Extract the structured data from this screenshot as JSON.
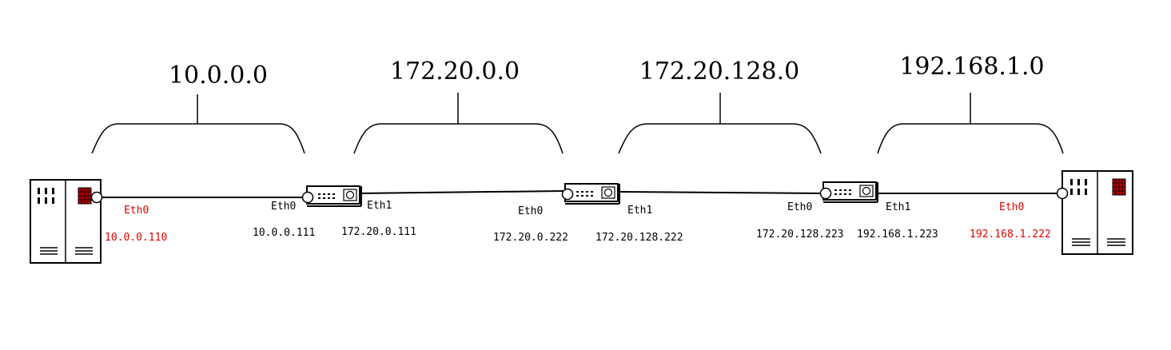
{
  "networks": [
    {
      "label": "10.0.0.0"
    },
    {
      "label": "172.20.0.0"
    },
    {
      "label": "172.20.128.0"
    },
    {
      "label": "192.168.1.0"
    }
  ],
  "hosts": [
    {
      "interface": "Eth0",
      "ip": "10.0.0.110"
    },
    {
      "interface": "Eth0",
      "ip": "192.168.1.222"
    }
  ],
  "routers": [
    {
      "eth0": "Eth0",
      "eth0_ip": "10.0.0.111",
      "eth1": "Eth1",
      "eth1_ip": "172.20.0.111"
    },
    {
      "eth0": "Eth0",
      "eth0_ip": "172.20.0.222",
      "eth1": "Eth1",
      "eth1_ip": "172.20.128.222"
    },
    {
      "eth0": "Eth0",
      "eth0_ip": "172.20.128.223",
      "eth1": "Eth1",
      "eth1_ip": "192.168.1.223"
    }
  ],
  "colors": {
    "host_label": "#e00000",
    "router_label": "#000000",
    "line": "#000000"
  }
}
